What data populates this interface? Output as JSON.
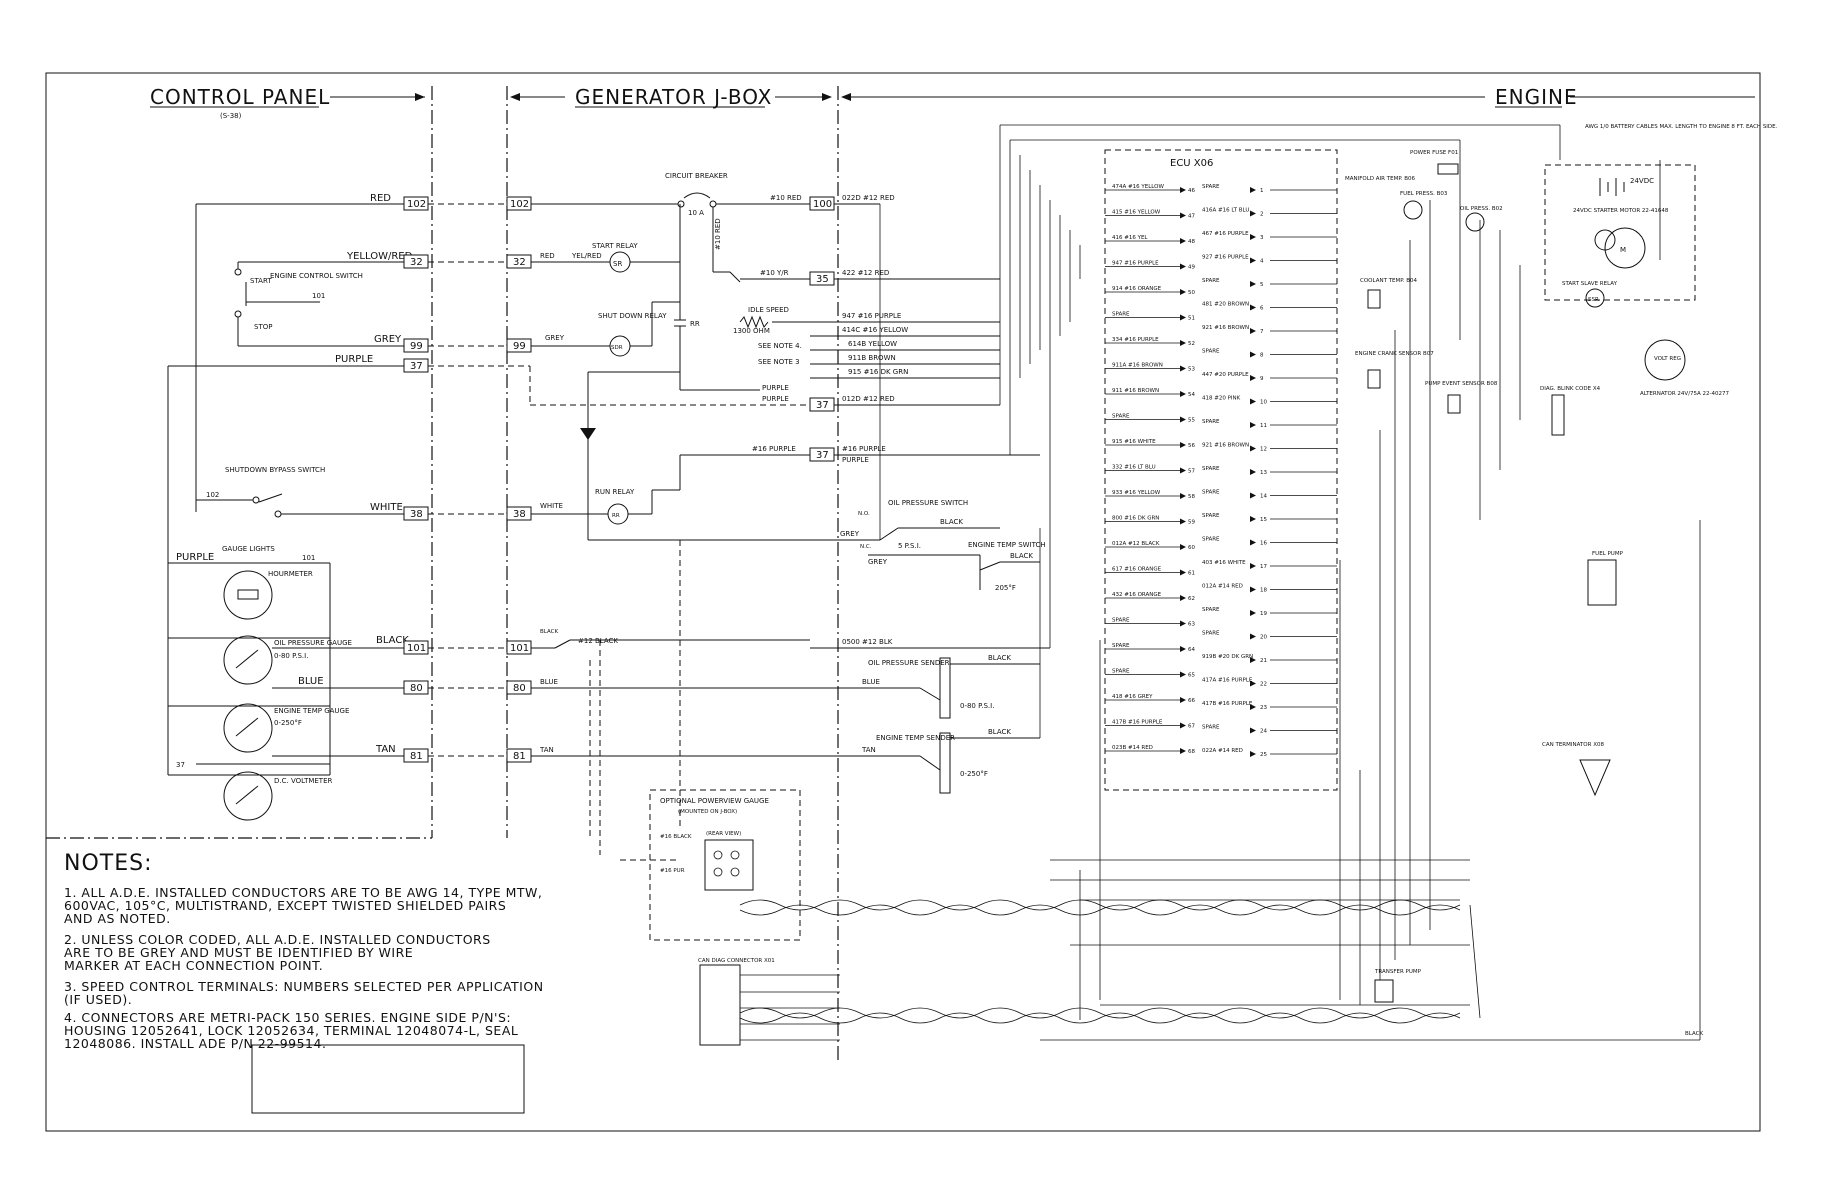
{
  "sections": {
    "control_panel": "CONTROL PANEL",
    "control_panel_ref": "(S-38)",
    "generator_jbox": "GENERATOR J-BOX",
    "engine": "ENGINE"
  },
  "control_panel": {
    "engine_control_switch": "ENGINE CONTROL SWITCH",
    "start": "START",
    "stop": "STOP",
    "shutdown_bypass_switch": "SHUTDOWN BYPASS SWITCH",
    "gauge_lights": "GAUGE LIGHTS",
    "hourmeter": "HOURMETER",
    "oil_pressure_gauge": "OIL PRESSURE GAUGE",
    "oil_pressure_range": "0-80 P.S.I.",
    "engine_temp_gauge": "ENGINE TEMP GAUGE",
    "engine_temp_range": "0-250°F",
    "dc_voltmeter": "D.C. VOLTMETER"
  },
  "wires": {
    "red": "RED",
    "yellow_red": "YELLOW/RED",
    "grey": "GREY",
    "purple": "PURPLE",
    "white": "WHITE",
    "black": "BLACK",
    "blue": "BLUE",
    "tan": "TAN",
    "w101": "101",
    "w102": "102",
    "w37": "37"
  },
  "terminals": {
    "t102": "102",
    "t32": "32",
    "t99": "99",
    "t37": "37",
    "t38": "38",
    "t101": "101",
    "t80": "80",
    "t81": "81",
    "t100": "100",
    "t35": "35"
  },
  "jbox": {
    "circuit_breaker": "CIRCUIT BREAKER",
    "cb_rating": "10 A",
    "start_relay": "START RELAY",
    "shut_down_relay": "SHUT DOWN RELAY",
    "run_relay": "RUN RELAY",
    "sr": "SR",
    "sdr": "SDR",
    "rr": "RR",
    "idle_speed": "IDLE SPEED",
    "idle_resistor": "1300 OHM",
    "see_note_4": "SEE NOTE 4.",
    "see_note_3": "SEE NOTE 3",
    "red_label": "RED",
    "yel_red": "YEL/RED",
    "w10_red_v": "#10 RED",
    "w10_red": "#10 RED",
    "w10_yr": "#10 Y/R",
    "w12_black": "#12 BLACK",
    "w16_purple": "#16 PURPLE",
    "purple": "PURPLE",
    "grey": "GREY",
    "white": "WHITE",
    "black": "BLACK",
    "blue": "BLUE",
    "tan": "TAN"
  },
  "engine_wiring": {
    "w022": "022D #12 RED",
    "w422": "422 #12 RED",
    "w947": "947 #16 PURPLE",
    "w414c": "414C #16 YELLOW",
    "w614b": "614B YELLOW",
    "w911b": "911B BROWN",
    "w915": "915 #16 DK GRN",
    "w012": "012D #12 RED",
    "w16_purple": "#16 PURPLE",
    "purple": "PURPLE",
    "w0500": "0500 #12 BLK",
    "oil_pressure_switch": "OIL PRESSURE SWITCH",
    "no": "N.O.",
    "nc": "N.C.",
    "psi5": "5 P.S.I.",
    "engine_temp_switch": "ENGINE TEMP SWITCH",
    "temp205": "205°F",
    "grey": "GREY",
    "black": "BLACK",
    "oil_pressure_sender": "OIL PRESSURE SENDER",
    "sender_psi": "0-80 P.S.I.",
    "engine_temp_sender": "ENGINE TEMP SENDER",
    "sender_temp": "0-250°F",
    "blue": "BLUE",
    "tan": "TAN",
    "ecu_title": "ECU X06",
    "battery_note": "AWG 1/0 BATTERY CABLES MAX. LENGTH TO ENGINE 8 FT. EACH SIDE.",
    "battery": "24VDC",
    "starter_motor": "24VDC STARTER MOTOR 22-41648",
    "start_slave_relay": "START SLAVE RELAY",
    "ssr": "SSR",
    "alternator": "ALTERNATOR 24V/75A 22-40277",
    "volt_reg": "VOLT REG",
    "fuel_pump": "FUEL PUMP",
    "can_terminator": "CAN TERMINATOR X08",
    "power_fuse": "POWER FUSE F01",
    "manifold_air_temp": "MANIFOLD AIR TEMP. B06",
    "fuel_press": "FUEL PRESS. B03",
    "oil_press": "OIL PRESS. B02",
    "coolant_temp": "COOLANT TEMP. B04",
    "engine_crank_sensor": "ENGINE CRANK SENSOR B07",
    "pump_event_sensor": "PUMP EVENT SENSOR B08",
    "diag_blink_code": "DIAG. BLINK CODE X4",
    "transfer_pump": "TRANSFER PUMP",
    "can_diag": "CAN DIAG CONNECTOR X01",
    "black_bottom": "BLACK"
  },
  "ecu_pins_left": [
    {
      "pin": "46",
      "label": "474A #16 YELLOW"
    },
    {
      "pin": "47",
      "label": "415 #16 YELLOW"
    },
    {
      "pin": "48",
      "label": "416 #16 YEL"
    },
    {
      "pin": "49",
      "label": "947 #16 PURPLE"
    },
    {
      "pin": "50",
      "label": "914 #16 ORANGE"
    },
    {
      "pin": "51",
      "label": "SPARE"
    },
    {
      "pin": "52",
      "label": "334 #16 PURPLE"
    },
    {
      "pin": "53",
      "label": "911A #16 BROWN"
    },
    {
      "pin": "54",
      "label": "911 #16 BROWN"
    },
    {
      "pin": "55",
      "label": "SPARE"
    },
    {
      "pin": "56",
      "label": "915 #16 WHITE"
    },
    {
      "pin": "57",
      "label": "332 #16 LT BLU"
    },
    {
      "pin": "58",
      "label": "933 #16 YELLOW"
    },
    {
      "pin": "59",
      "label": "800 #16 DK GRN"
    },
    {
      "pin": "60",
      "label": "012A #12 BLACK"
    },
    {
      "pin": "61",
      "label": "617 #16 ORANGE"
    },
    {
      "pin": "62",
      "label": "432 #16 ORANGE"
    },
    {
      "pin": "63",
      "label": "SPARE"
    },
    {
      "pin": "64",
      "label": "SPARE"
    },
    {
      "pin": "65",
      "label": "SPARE"
    },
    {
      "pin": "66",
      "label": "418 #16 GREY"
    },
    {
      "pin": "67",
      "label": "417B #16 PURPLE"
    },
    {
      "pin": "68",
      "label": "023B #14 RED"
    }
  ],
  "ecu_pins_right": [
    {
      "pin": "1",
      "label": "SPARE"
    },
    {
      "pin": "2",
      "label": "416A #16 LT BLU"
    },
    {
      "pin": "3",
      "label": "467 #16 PURPLE"
    },
    {
      "pin": "4",
      "label": "927 #16 PURPLE"
    },
    {
      "pin": "5",
      "label": "SPARE"
    },
    {
      "pin": "6",
      "label": "481 #20 BROWN"
    },
    {
      "pin": "7",
      "label": "921 #16 BROWN"
    },
    {
      "pin": "8",
      "label": "SPARE"
    },
    {
      "pin": "9",
      "label": "447 #20 PURPLE"
    },
    {
      "pin": "10",
      "label": "418 #20 PINK"
    },
    {
      "pin": "11",
      "label": "SPARE"
    },
    {
      "pin": "12",
      "label": "921 #16 BROWN"
    },
    {
      "pin": "13",
      "label": "SPARE"
    },
    {
      "pin": "14",
      "label": "SPARE"
    },
    {
      "pin": "15",
      "label": "SPARE"
    },
    {
      "pin": "16",
      "label": "SPARE"
    },
    {
      "pin": "17",
      "label": "403 #16 WHITE"
    },
    {
      "pin": "18",
      "label": "012A #14 RED"
    },
    {
      "pin": "19",
      "label": "SPARE"
    },
    {
      "pin": "20",
      "label": "SPARE"
    },
    {
      "pin": "21",
      "label": "919B #20 DK GRN"
    },
    {
      "pin": "22",
      "label": "417A #16 PURPLE"
    },
    {
      "pin": "23",
      "label": "417B #16 PURPLE"
    },
    {
      "pin": "24",
      "label": "SPARE"
    },
    {
      "pin": "25",
      "label": "022A #14 RED"
    }
  ],
  "optional_gauge": {
    "title": "OPTIONAL POWERVIEW GAUGE",
    "subtitle": "(MOUNTED ON J-BOX)",
    "rear_view": "(REAR VIEW)",
    "w1": "#16 BLACK",
    "w2": "#16 PUR"
  },
  "notes": {
    "title": "NOTES:",
    "items": [
      "1. ALL A.D.E. INSTALLED CONDUCTORS ARE TO BE AWG 14, TYPE MTW, 600VAC, 105°C, MULTISTRAND, EXCEPT TWISTED SHIELDED PAIRS AND AS NOTED.",
      "2. UNLESS COLOR CODED, ALL A.D.E. INSTALLED CONDUCTORS ARE TO BE GREY AND MUST BE IDENTIFIED BY WIRE MARKER AT EACH CONNECTION POINT.",
      "3. SPEED CONTROL TERMINALS: NUMBERS SELECTED PER APPLICATION (IF USED).",
      "4. CONNECTORS ARE METRI-PACK 150 SERIES. ENGINE SIDE P/N'S: HOUSING 12052641, LOCK 12052634, TERMINAL 12048074-L, SEAL 12048086. INSTALL ADE P/N 22-99514."
    ],
    "lines": [
      [
        "1.  ALL A.D.E. INSTALLED CONDUCTORS ARE TO BE AWG 14, TYPE MTW,",
        "     600VAC, 105°C, MULTISTRAND, EXCEPT TWISTED SHIELDED PAIRS",
        "     AND AS NOTED."
      ],
      [
        "2.  UNLESS COLOR CODED, ALL A.D.E. INSTALLED CONDUCTORS",
        "     ARE TO BE GREY AND MUST BE IDENTIFIED BY WIRE",
        "     MARKER AT EACH CONNECTION POINT."
      ],
      [
        "3.  SPEED CONTROL TERMINALS:  NUMBERS SELECTED PER APPLICATION",
        "     (IF USED)."
      ],
      [
        "4.  CONNECTORS ARE METRI-PACK 150 SERIES.  ENGINE SIDE P/N'S:",
        "     HOUSING 12052641, LOCK 12052634, TERMINAL 12048074-L, SEAL",
        "     12048086.  INSTALL ADE P/N 22-99514."
      ]
    ]
  }
}
